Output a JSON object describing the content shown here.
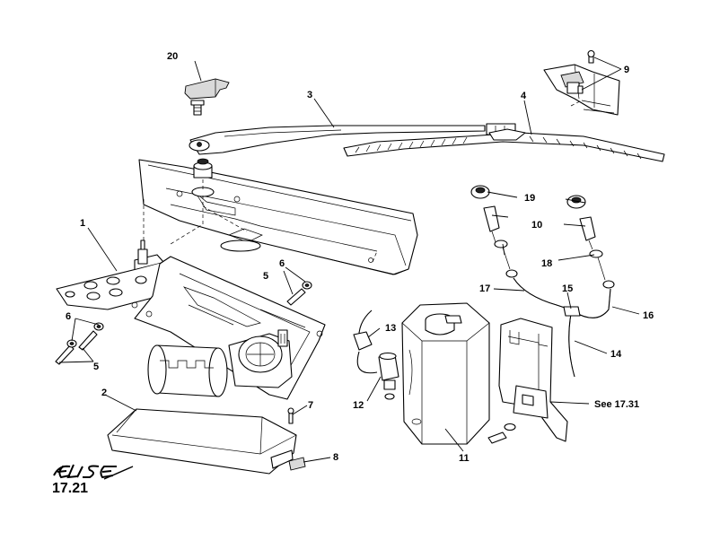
{
  "brand": "ELISE",
  "page_ref": "17.21",
  "callouts": {
    "c1": "1",
    "c2": "2",
    "c3": "3",
    "c4": "4",
    "c5a": "5",
    "c5b": "5",
    "c6a": "6",
    "c6b": "6",
    "c7": "7",
    "c8": "8",
    "c9": "9",
    "c10": "10",
    "c11": "11",
    "c12": "12",
    "c13": "13",
    "c14": "14",
    "c15": "15",
    "c16": "16",
    "c17": "17",
    "c18": "18",
    "c19": "19",
    "c20": "20",
    "see_ref": "See 17.31"
  }
}
